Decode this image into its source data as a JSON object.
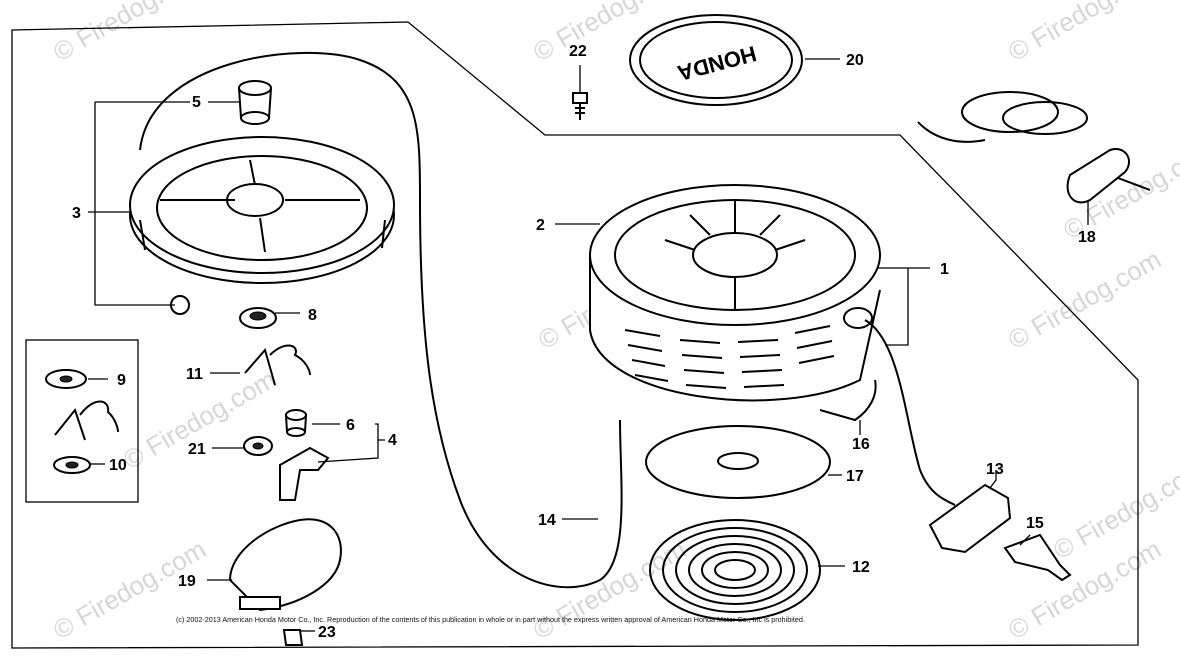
{
  "watermark": "© Firedog.com",
  "copyright": "(c) 2002-2013 American Honda Motor Co., Inc. Reproduction of the contents of this publication in whole or in part without the express written approval of American Honda Motor Co., Inc is prohibited.",
  "cover_logo": "HONDA",
  "callouts": [
    "1",
    "2",
    "3",
    "4",
    "5",
    "6",
    "8",
    "9",
    "10",
    "11",
    "12",
    "13",
    "14",
    "15",
    "16",
    "17",
    "18",
    "19",
    "20",
    "21",
    "22",
    "23"
  ]
}
